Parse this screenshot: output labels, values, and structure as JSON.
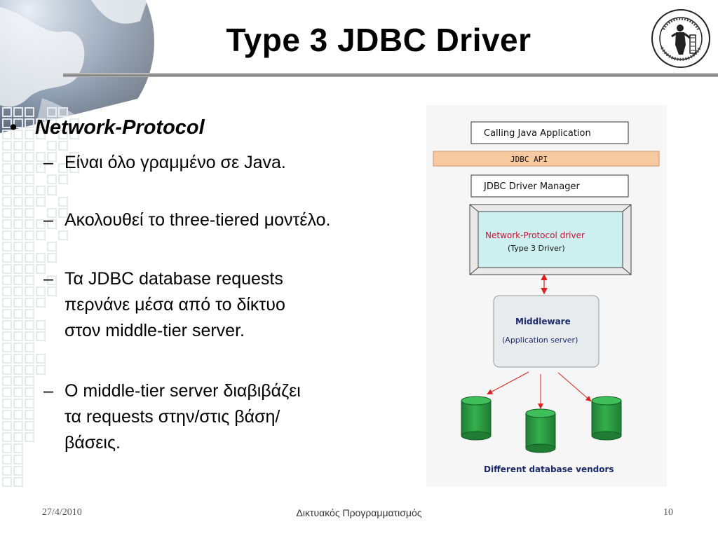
{
  "slide": {
    "title": "Type 3 JDBC Driver",
    "bullet": "Network-Protocol",
    "subbullets": [
      "Είναι όλο γραμμένο σε Java.",
      "Ακολουθεί το three-tiered μοντέλο.",
      "Τα JDBC database requests περνάνε μέσα από το δίκτυο στον middle-tier server.",
      "O middle-tier server διαβιβάζει τα requests στην/στις βάση/βάσεις."
    ]
  },
  "diagram": {
    "calling_app": "Calling Java Application",
    "jdbc_api": "JDBC API",
    "driver_manager": "JDBC Driver Manager",
    "driver_name": "Network-Protocol driver",
    "driver_type": "(Type 3 Driver)",
    "middleware": "Middleware",
    "middleware_sub": "(Application server)",
    "databases_label": "Different database vendors"
  },
  "colors": {
    "api_bar": "#f7c9a0",
    "driver_box": "#cdeff0",
    "driver_text": "#cc1133",
    "middleware_text": "#1a2a6c",
    "db_green": "#2e9e45",
    "arrow_red": "#e02020"
  },
  "footer": {
    "date": "27/4/2010",
    "course": "Δικτυακός Προγραμματισμός",
    "page": "10"
  },
  "icons": {
    "globe": "globe-icon",
    "logo": "university-seal-icon",
    "database": "database-icon"
  }
}
